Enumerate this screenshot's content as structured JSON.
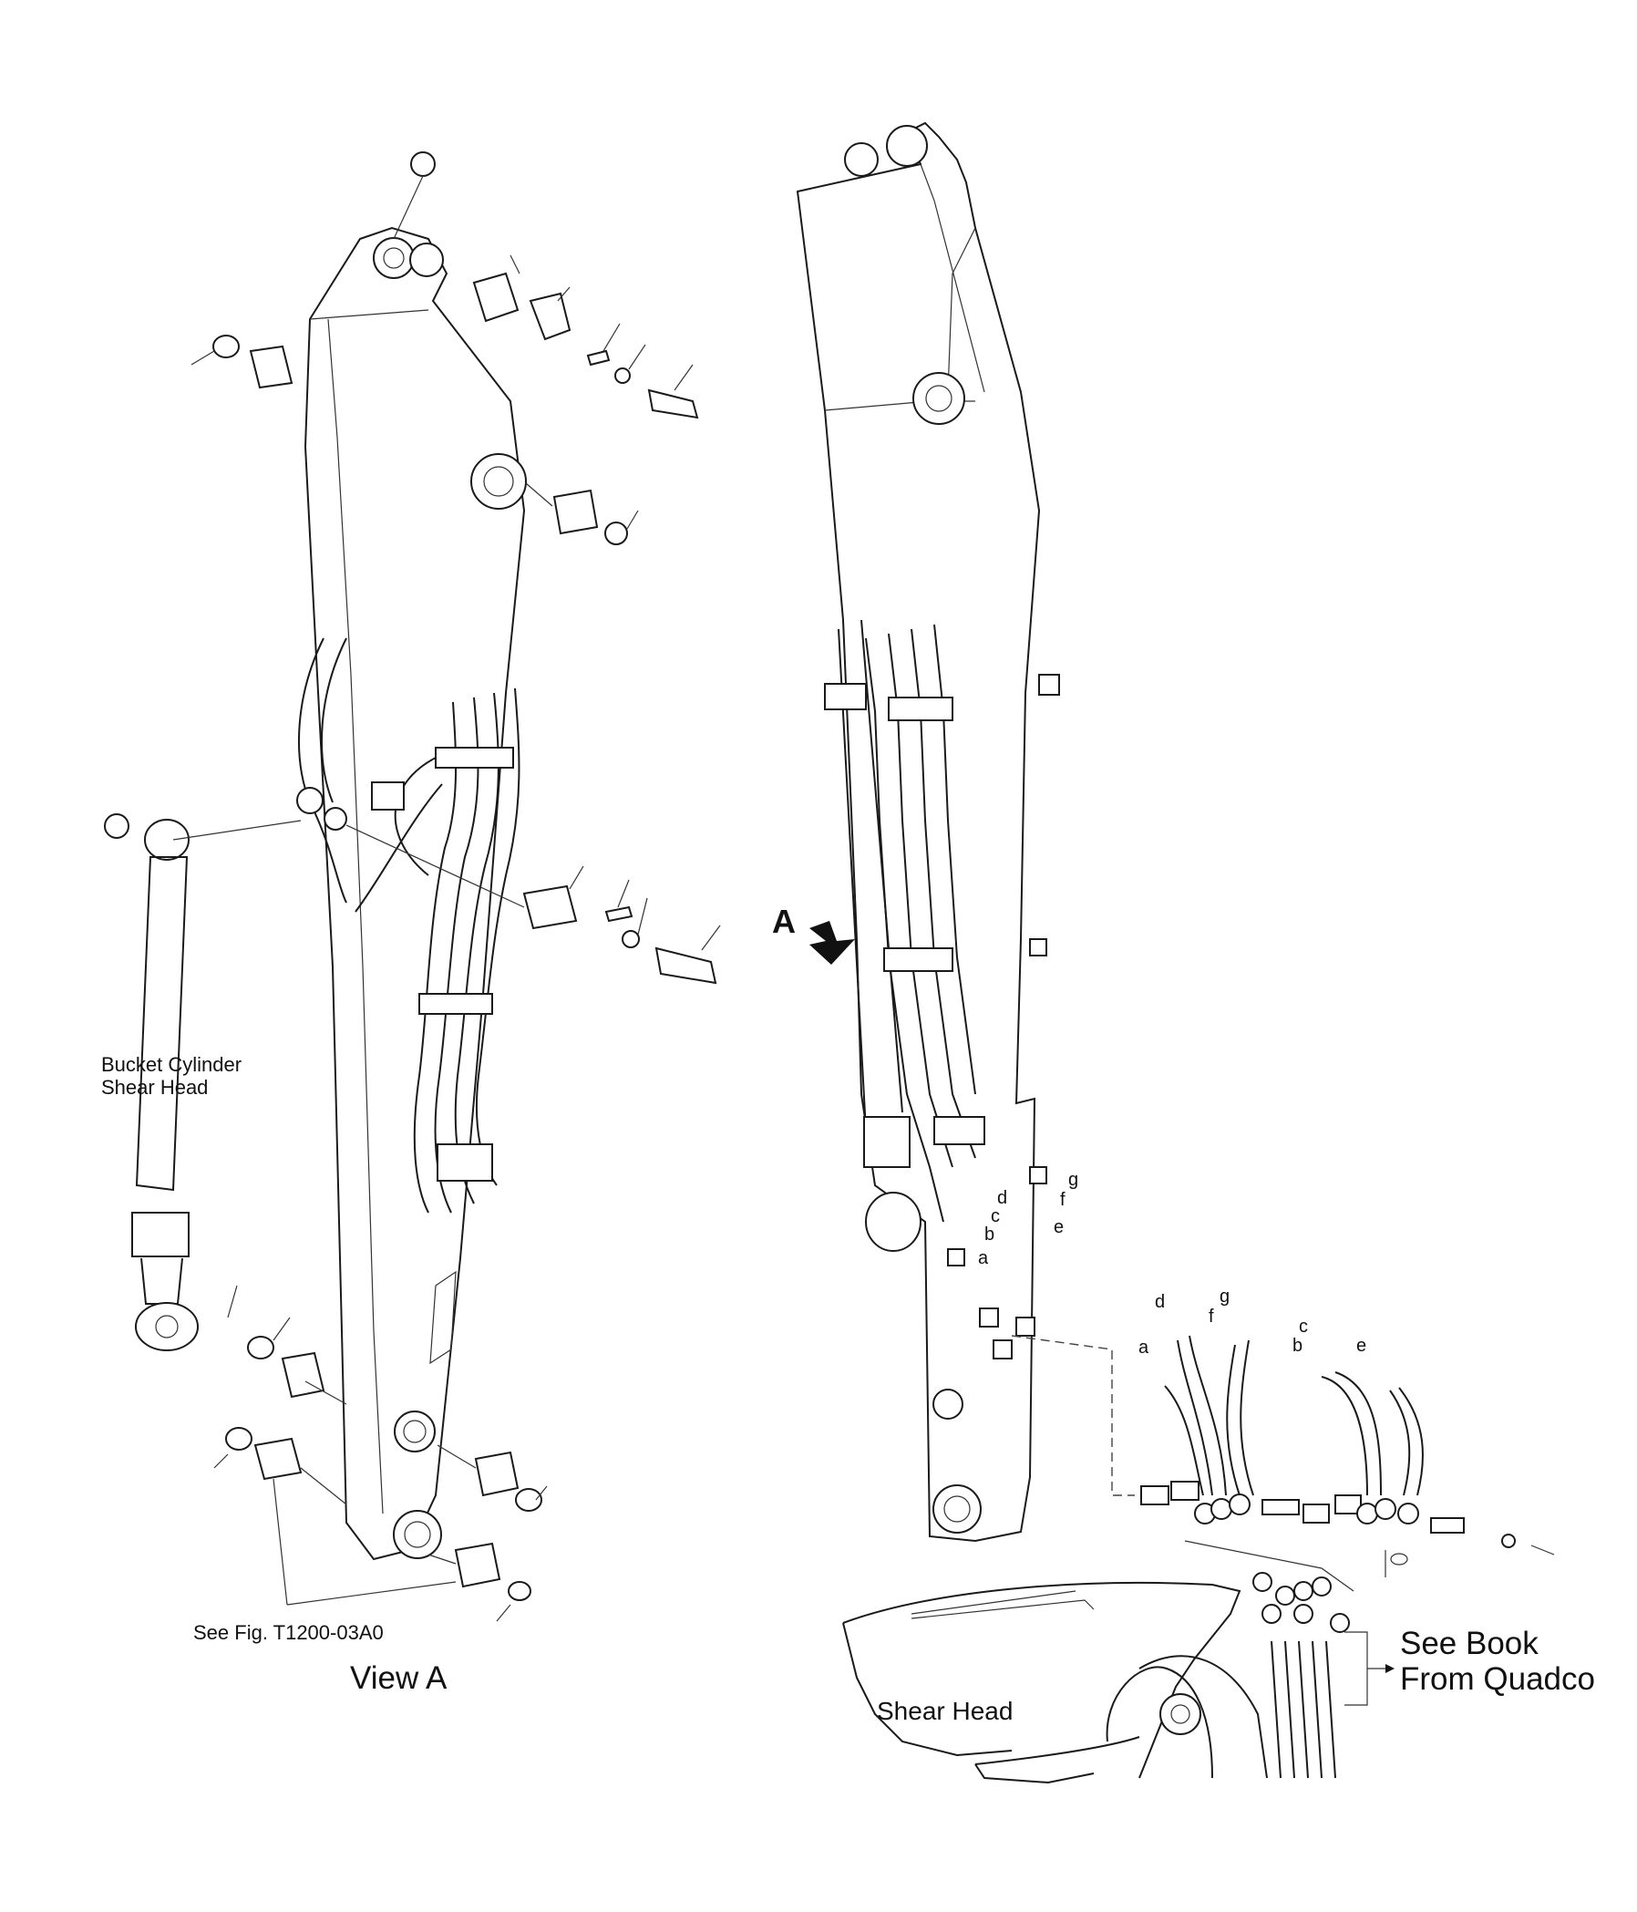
{
  "labels": {
    "bucket_cylinder_line1": "Bucket Cylinder",
    "bucket_cylinder_line2": "Shear Head",
    "see_fig": "See Fig. T1200-03A0",
    "view_a": "View A",
    "arrow_a": "A",
    "see_book_line1": "See Book",
    "see_book_line2": "From Quadco",
    "shear_head": "Shear Head"
  },
  "hose_letters": {
    "upper": [
      "d",
      "c",
      "b",
      "a",
      "g",
      "f",
      "e"
    ],
    "lower": [
      "d",
      "g",
      "f",
      "a",
      "c",
      "b",
      "e"
    ]
  },
  "icons": {
    "arrow": "callout-arrow-icon"
  }
}
